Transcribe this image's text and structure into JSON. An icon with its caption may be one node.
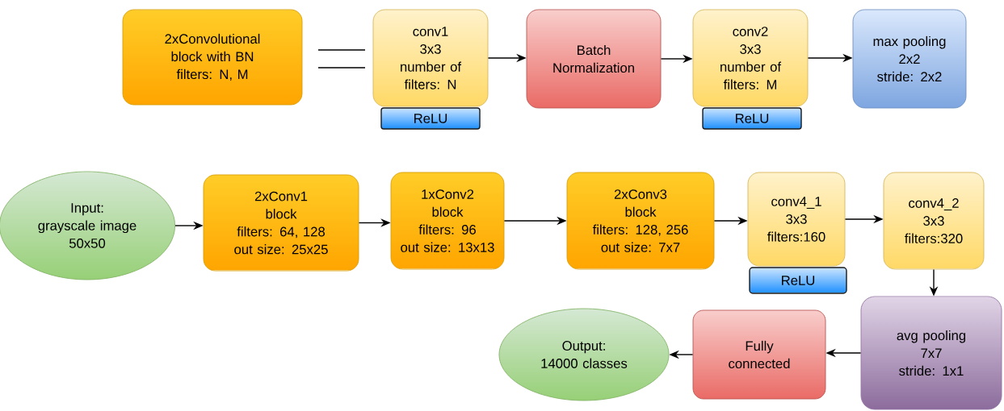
{
  "diagram": {
    "nodes": [
      {
        "text": [
          "2xConvolutional",
          "block with BN",
          "filters: N, M"
        ]
      },
      {
        "text": [
          "conv1",
          "3x3",
          "number of filters: N"
        ]
      },
      {
        "text": [
          "ReLU"
        ]
      },
      {
        "text": [
          "Batch Normalization"
        ]
      },
      {
        "text": [
          "conv2",
          "3x3",
          "number of filters: M"
        ]
      },
      {
        "text": [
          "ReLU"
        ]
      },
      {
        "text": [
          "max pooling",
          "2x2",
          "stride: 2x2"
        ]
      },
      {
        "text": [
          "Input:",
          "grayscale image",
          "50x50"
        ]
      },
      {
        "text": [
          "2xConv1",
          "block",
          "filters: 64, 128",
          "out size: 25x25"
        ]
      },
      {
        "text": [
          "1xConv2",
          "block",
          "filters: 96",
          "out size: 13x13"
        ]
      },
      {
        "text": [
          "2xConv3",
          "block",
          "filters: 128, 256",
          "out size: 7x7"
        ]
      },
      {
        "text": [
          "conv4_1",
          "3x3",
          "filters:160"
        ]
      },
      {
        "text": [
          "ReLU"
        ]
      },
      {
        "text": [
          "conv4_2",
          "3x3",
          "filters:320"
        ]
      },
      {
        "text": [
          "Output:",
          "14000 classes"
        ]
      },
      {
        "text": [
          "Fully connected"
        ]
      },
      {
        "text": [
          "avg pooling",
          "7x7",
          "stride: 1x1"
        ]
      }
    ],
    "edges": [
      {
        "from": 1,
        "to": 3,
        "arrow": "to"
      },
      {
        "from": 3,
        "to": 4,
        "arrow": "to"
      },
      {
        "from": 4,
        "to": 6,
        "arrow": "to"
      },
      {
        "from": 7,
        "to": 8,
        "arrow": "to"
      },
      {
        "from": 8,
        "to": 9,
        "arrow": "to"
      },
      {
        "from": 9,
        "to": 10,
        "arrow": "to"
      },
      {
        "from": 10,
        "to": 11,
        "arrow": "to"
      },
      {
        "from": 11,
        "to": 13,
        "arrow": "to"
      },
      {
        "from": 13,
        "to": 16,
        "arrow": "to"
      },
      {
        "from": 16,
        "to": 15,
        "arrow": "to"
      },
      {
        "from": 15,
        "to": 14,
        "arrow": "to"
      }
    ]
  }
}
